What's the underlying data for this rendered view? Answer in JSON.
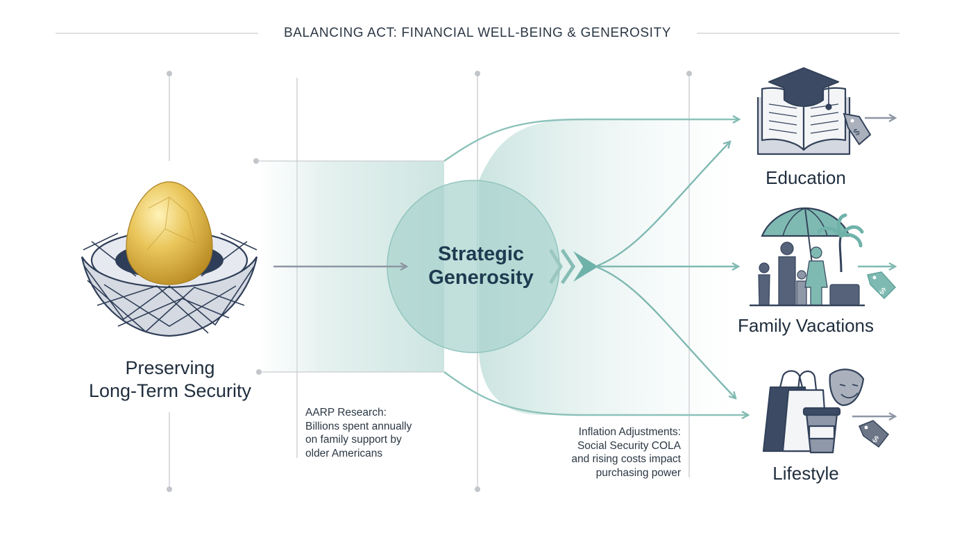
{
  "title": "BALANCING ACT: FINANCIAL WELL-BEING & GENEROSITY",
  "left": {
    "label_line1": "Preserving",
    "label_line2": "Long-Term Security",
    "icon": "golden-egg-nest-icon"
  },
  "center": {
    "label_line1": "Strategic",
    "label_line2": "Generosity"
  },
  "outcomes": [
    {
      "label": "Education",
      "icon": "graduation-book-icon",
      "tag_icon": "price-tag-icon"
    },
    {
      "label": "Family Vacations",
      "icon": "family-beach-icon",
      "tag_icon": "price-tag-icon"
    },
    {
      "label": "Lifestyle",
      "icon": "shopping-coffee-theater-icon",
      "tag_icon": "price-tag-icon"
    }
  ],
  "notes": {
    "aarp": [
      "AARP Research:",
      "Billions spent annually",
      "on family support by",
      "older Americans"
    ],
    "inflation": [
      "Inflation Adjustments:",
      "Social Security COLA",
      "and rising costs impact",
      "purchasing power"
    ]
  },
  "colors": {
    "teal": "#7fb9b1",
    "teal_dark": "#5fa39a",
    "navy": "#33425a",
    "gold": "#e2bb45",
    "gray_line": "#c4c7cc"
  }
}
